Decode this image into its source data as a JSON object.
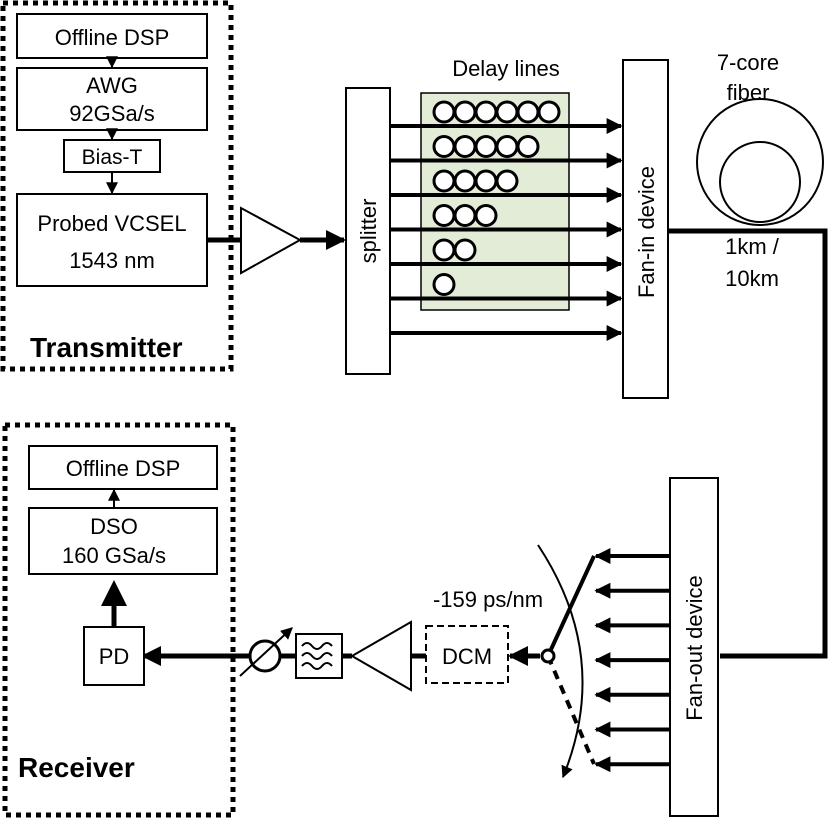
{
  "transmitter": {
    "title": "Transmitter",
    "offline_dsp": "Offline DSP",
    "awg_line1": "AWG",
    "awg_line2": "92GSa/s",
    "bias_t": "Bias-T",
    "vcsel_line1": "Probed VCSEL",
    "vcsel_line2": "1543 nm"
  },
  "splitter": "splitter",
  "delay_lines": {
    "title": "Delay lines",
    "coil_counts": [
      6,
      5,
      4,
      3,
      2,
      1,
      0
    ],
    "fill_color": "#e3ecd6"
  },
  "fan_in": "Fan-in device",
  "fiber": {
    "title_line1": "7-core",
    "title_line2": "fiber",
    "length_line1": "1km /",
    "length_line2": "10km"
  },
  "fan_out": "Fan-out device",
  "dispersion": "-159 ps/nm",
  "dcm": "DCM",
  "receiver": {
    "title": "Receiver",
    "offline_dsp": "Offline DSP",
    "dso_line1": "DSO",
    "dso_line2": "160 GSa/s",
    "pd": "PD"
  }
}
